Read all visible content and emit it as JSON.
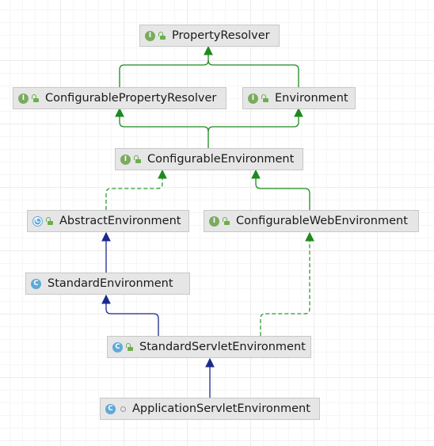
{
  "nodes": [
    {
      "id": "property-resolver",
      "label": "PropertyResolver",
      "kind": "interface",
      "badge": "I",
      "visibility": "public"
    },
    {
      "id": "configurable-property-resolver",
      "label": "ConfigurablePropertyResolver",
      "kind": "interface",
      "badge": "I",
      "visibility": "public"
    },
    {
      "id": "environment",
      "label": "Environment",
      "kind": "interface",
      "badge": "I",
      "visibility": "public"
    },
    {
      "id": "configurable-environment",
      "label": "ConfigurableEnvironment",
      "kind": "interface",
      "badge": "I",
      "visibility": "public"
    },
    {
      "id": "abstract-environment",
      "label": "AbstractEnvironment",
      "kind": "abstract",
      "badge": "C",
      "visibility": "public"
    },
    {
      "id": "configurable-web-environment",
      "label": "ConfigurableWebEnvironment",
      "kind": "interface",
      "badge": "I",
      "visibility": "public"
    },
    {
      "id": "standard-environment",
      "label": "StandardEnvironment",
      "kind": "class",
      "badge": "C",
      "visibility": "public"
    },
    {
      "id": "standard-servlet-environment",
      "label": "StandardServletEnvironment",
      "kind": "class",
      "badge": "C",
      "visibility": "public"
    },
    {
      "id": "application-servlet-environment",
      "label": "ApplicationServletEnvironment",
      "kind": "class",
      "badge": "C",
      "visibility": "package"
    }
  ],
  "edges": [
    {
      "from": "configurable-property-resolver",
      "to": "property-resolver",
      "type": "extends-interface"
    },
    {
      "from": "environment",
      "to": "property-resolver",
      "type": "extends-interface"
    },
    {
      "from": "configurable-environment",
      "to": "configurable-property-resolver",
      "type": "extends-interface"
    },
    {
      "from": "configurable-environment",
      "to": "environment",
      "type": "extends-interface"
    },
    {
      "from": "abstract-environment",
      "to": "configurable-environment",
      "type": "implements"
    },
    {
      "from": "configurable-web-environment",
      "to": "configurable-environment",
      "type": "extends-interface"
    },
    {
      "from": "standard-environment",
      "to": "abstract-environment",
      "type": "extends-class"
    },
    {
      "from": "standard-servlet-environment",
      "to": "standard-environment",
      "type": "extends-class"
    },
    {
      "from": "standard-servlet-environment",
      "to": "configurable-web-environment",
      "type": "implements"
    },
    {
      "from": "application-servlet-environment",
      "to": "standard-servlet-environment",
      "type": "extends-class"
    }
  ],
  "colors": {
    "extends_interface": "#1e8a1e",
    "implements": "#2f9a2f",
    "extends_class": "#1c2a8c",
    "node_fill": "#e6e6e6",
    "node_border": "#c8c8c8"
  }
}
